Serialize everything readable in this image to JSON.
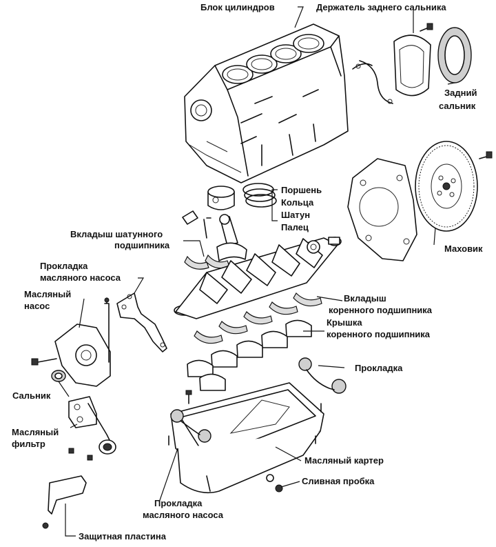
{
  "labels": {
    "cylinder_block": "Блок цилиндров",
    "rear_seal_holder": "Держатель заднего сальника",
    "rear_seal_1": "Задний",
    "rear_seal_2": "сальник",
    "piston": "Поршень",
    "rings": "Кольца",
    "conrod": "Шатун",
    "pin": "Палец",
    "conrod_bearing_1": "Вкладыш шатунного",
    "conrod_bearing_2": "подшипника",
    "flywheel": "Маховик",
    "pump_gasket_top_1": "Прокладка",
    "pump_gasket_top_2": "масляного насоса",
    "oil_pump_1": "Масляный",
    "oil_pump_2": "насос",
    "main_bearing_1": "Вкладыш",
    "main_bearing_2": "коренного подшипника",
    "main_cap_1": "Крышка",
    "main_cap_2": "коренного подшипника",
    "gasket": "Прокладка",
    "seal": "Сальник",
    "oil_filter_1": "Масляный",
    "oil_filter_2": "фильтр",
    "oil_pan": "Масляный картер",
    "drain_plug": "Сливная пробка",
    "pump_gasket_bottom_1": "Прокладка",
    "pump_gasket_bottom_2": "масляного насоса",
    "shield_plate": "Защитная пластина"
  }
}
